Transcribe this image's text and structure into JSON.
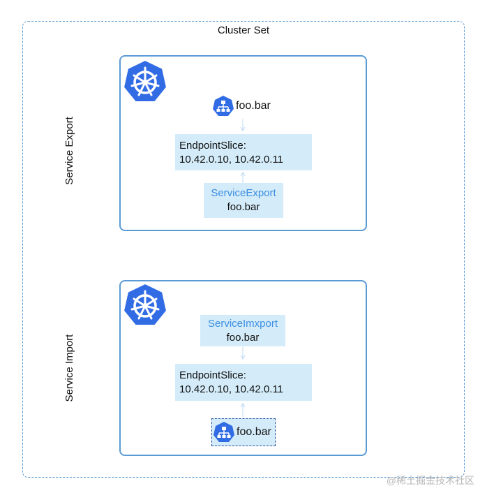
{
  "cluster": {
    "title": "Cluster Set"
  },
  "export": {
    "label": "Service Export",
    "service": "foo.bar",
    "slice": {
      "line1": "EndpointSlice:",
      "line2": "10.42.0.10, 10.42.0.11"
    },
    "exportbox": {
      "kind": "ServiceExport",
      "name": "foo.bar"
    }
  },
  "import": {
    "label": "Service Import",
    "importbox": {
      "kind": "ServiceImxport",
      "name": "foo.bar"
    },
    "slice": {
      "line1": "EndpointSlice:",
      "line2": "10.42.0.10, 10.42.0.11"
    },
    "service": "foo.bar"
  },
  "watermark": "@稀土掘金技术社区",
  "colors": {
    "kube_blue": "#326ce5",
    "panel_border": "#5b9bd5",
    "box_fill": "#d4ecf9",
    "kind_text": "#3b8de2"
  },
  "icons": [
    "kubernetes-helm-icon",
    "service-icon"
  ]
}
